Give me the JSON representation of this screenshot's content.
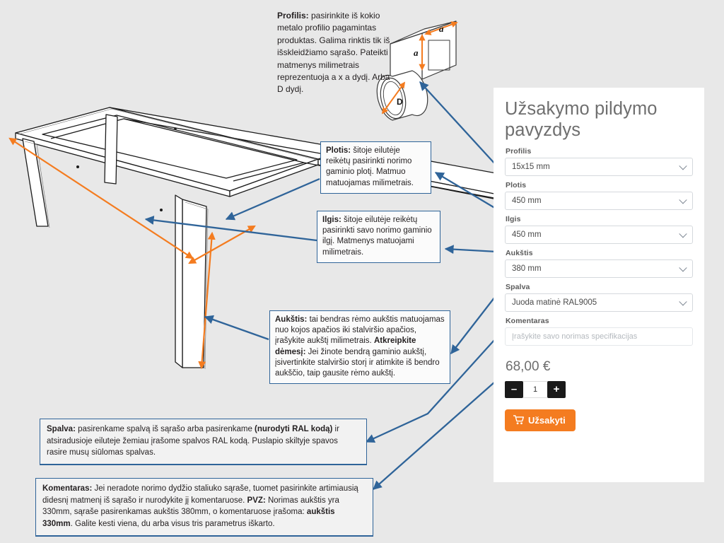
{
  "page": {
    "background_color": "#e8e8e8",
    "accent_blue": "#2f6499",
    "accent_orange": "#f47c20"
  },
  "callouts": {
    "profilis": {
      "label": "Profilis:",
      "text": " pasirinkite iš kokio metalo profilio pagamintas produktas.  Galima rinktis  tik iš išskleidžiamo sąrašo. Pateikti matmenys milimetrais reprezentuoja  a x a dydį. Arba D dydį."
    },
    "plotis": {
      "label": "Plotis:",
      "text": " šitoje eilutėje reikėtų pasirinkti norimo gaminio plotį. Matmuo matuojamas milimetrais."
    },
    "ilgis": {
      "label": "Ilgis:",
      "text": " šitoje eilutėje reikėtų pasirinkti savo norimo gaminio ilgį. Matmenys matuojami milimetrais."
    },
    "aukstis": {
      "label": "Aukštis:",
      "text": " tai bendras rėmo aukštis matuojamas nuo kojos apačios iki stalviršio apačios, įrašykite aukštį milimetrais.",
      "label2": "Atkreipkite dėmesį:",
      "text2": " Jei žinote bendrą gaminio aukštį, įsivertinkite stalviršio storį ir atimkite iš bendro aukščio, taip gausite rėmo aukštį."
    },
    "spalva": {
      "label": "Spalva:",
      "text": " pasirenkame spalvą iš sąrašo arba pasirenkame ",
      "bold2": "(nurodyti RAL kodą)",
      "text2": " ir atsiradusioje eiluteje žemiau įrašome spalvos RAL kodą. Puslapio skiltyje spavos rasire musų siūlomas spalvas."
    },
    "komentaras": {
      "label": "Komentaras:",
      "text": " Jei neradote norimo dydžio staliuko sąraše, tuomet pasirinkite artimiausią didesnį matmenį iš sąrašo ir nurodykite jį komentaruose. ",
      "bold2": "PVZ:",
      "text2": "  Norimas aukštis yra 330mm, sąraše pasirenkamas aukštis 380mm, o komentaruose įrašoma: ",
      "bold3": "aukštis 330mm",
      "text3": ". Galite kesti viena, du arba visus tris parametrus iškarto."
    }
  },
  "diagram": {
    "tube_square_label_top": "a",
    "tube_square_label_side": "a",
    "tube_round_label": "D"
  },
  "form": {
    "title": "Užsakymo pildymo pavyzdys",
    "fields": [
      {
        "label": "Profilis",
        "value": "15x15 mm"
      },
      {
        "label": "Plotis",
        "value": "450 mm"
      },
      {
        "label": "Ilgis",
        "value": "450 mm"
      },
      {
        "label": "Aukštis",
        "value": "380 mm"
      },
      {
        "label": "Spalva",
        "value": "Juoda matinė RAL9005"
      }
    ],
    "comment": {
      "label": "Komentaras",
      "placeholder": "Įrašykite savo norimas specifikacijas",
      "value": ""
    },
    "price": "68,00 €",
    "quantity": {
      "decrement_label": "–",
      "value": "1",
      "increment_label": "+"
    },
    "order_button_label": "Užsakyti"
  }
}
